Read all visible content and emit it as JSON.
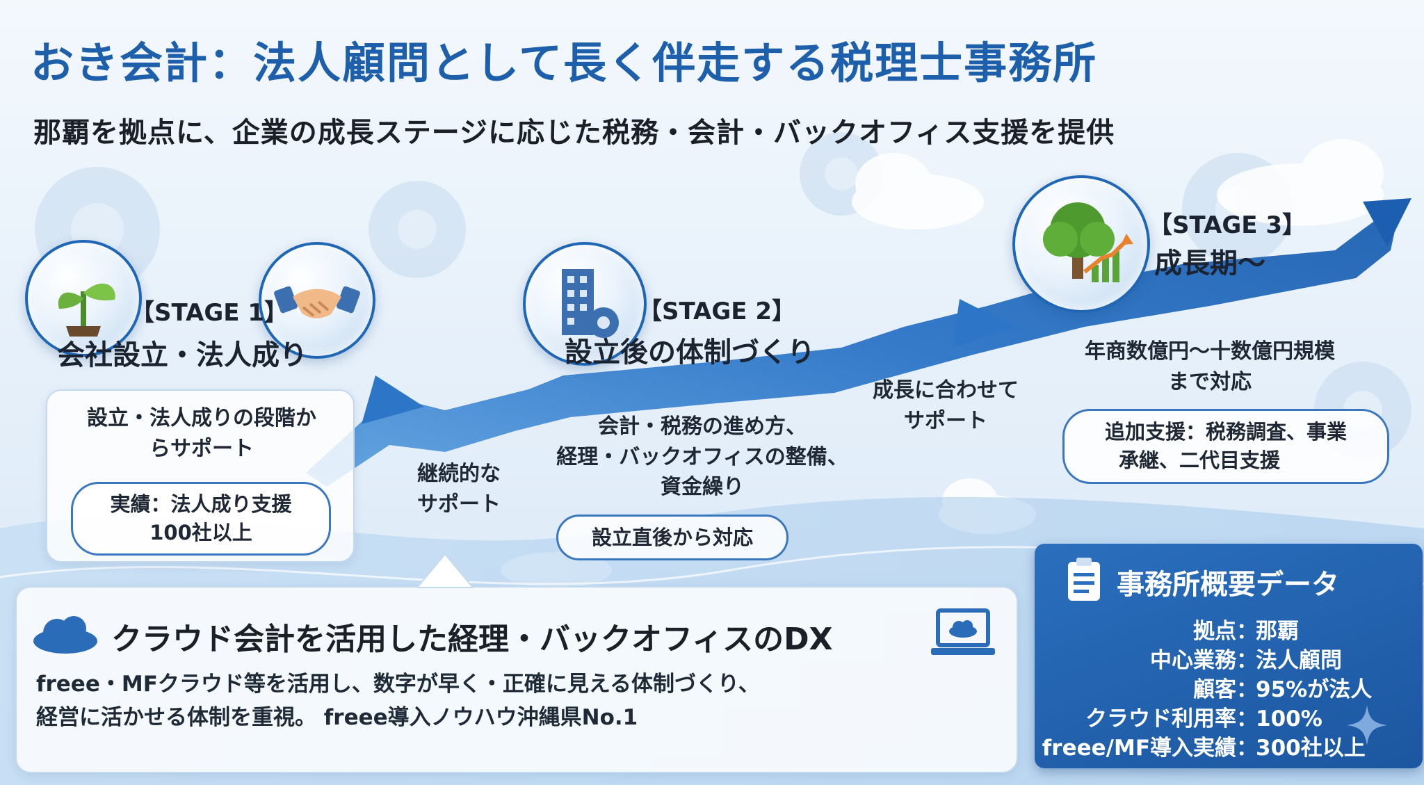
{
  "header": {
    "title": "おき会計：法人顧問として長く伴走する税理士事務所",
    "subtitle": "那覇を拠点に、企業の成長ステージに応じた税務・会計・バックオフィス支援を提供"
  },
  "stages": [
    {
      "tag": "【STAGE 1】",
      "name": "会社設立・法人成り",
      "description": [
        "設立・法人成りの段階か",
        "らサポート"
      ],
      "highlight": [
        "実績：法人成り支援",
        "100社以上"
      ]
    },
    {
      "tag": "【STAGE 2】",
      "name": "設立後の体制づくり",
      "description": [
        "会計・税務の進め方、",
        "経理・バックオフィスの整備、",
        "資金繰り"
      ],
      "highlight": [
        "設立直後から対応"
      ]
    },
    {
      "tag": "【STAGE 3】",
      "name": "成長期〜",
      "description": [
        "年商数億円〜十数億円規模",
        "まで対応"
      ],
      "highlight": [
        "追加支援：税務調査、事業",
        "承継、二代目支援"
      ]
    }
  ],
  "connectors": {
    "continuous": [
      "継続的な",
      "サポート"
    ],
    "growth": [
      "成長に合わせて",
      "サポート"
    ]
  },
  "dx": {
    "title": "クラウド会計を活用した経理・バックオフィスのDX",
    "body": [
      "freee・MFクラウド等を活用し、数字が早く・正確に見える体制づくり、",
      "経営に活かせる体制を重視。 freee導入ノウハウ沖縄県No.1"
    ]
  },
  "office_data": {
    "title": "事務所概要データ",
    "rows": [
      {
        "label": "拠点",
        "value": "那覇"
      },
      {
        "label": "中心業務",
        "value": "法人顧問"
      },
      {
        "label": "顧客",
        "value": "95%が法人"
      },
      {
        "label": "クラウド利用率",
        "value": "100%"
      },
      {
        "label": "freee/MF導入実績",
        "value": "300社以上"
      }
    ]
  },
  "colors": {
    "accent": "#1d5faa",
    "arrow": "#2a72c4",
    "data_card": "#1f5ca6"
  },
  "icons": [
    "sprout-icon",
    "handshake-icon",
    "building-gear-icon",
    "tree-growth-icon",
    "cloud-icon",
    "laptop-cloud-icon",
    "clipboard-icon",
    "sparkle-icon"
  ]
}
